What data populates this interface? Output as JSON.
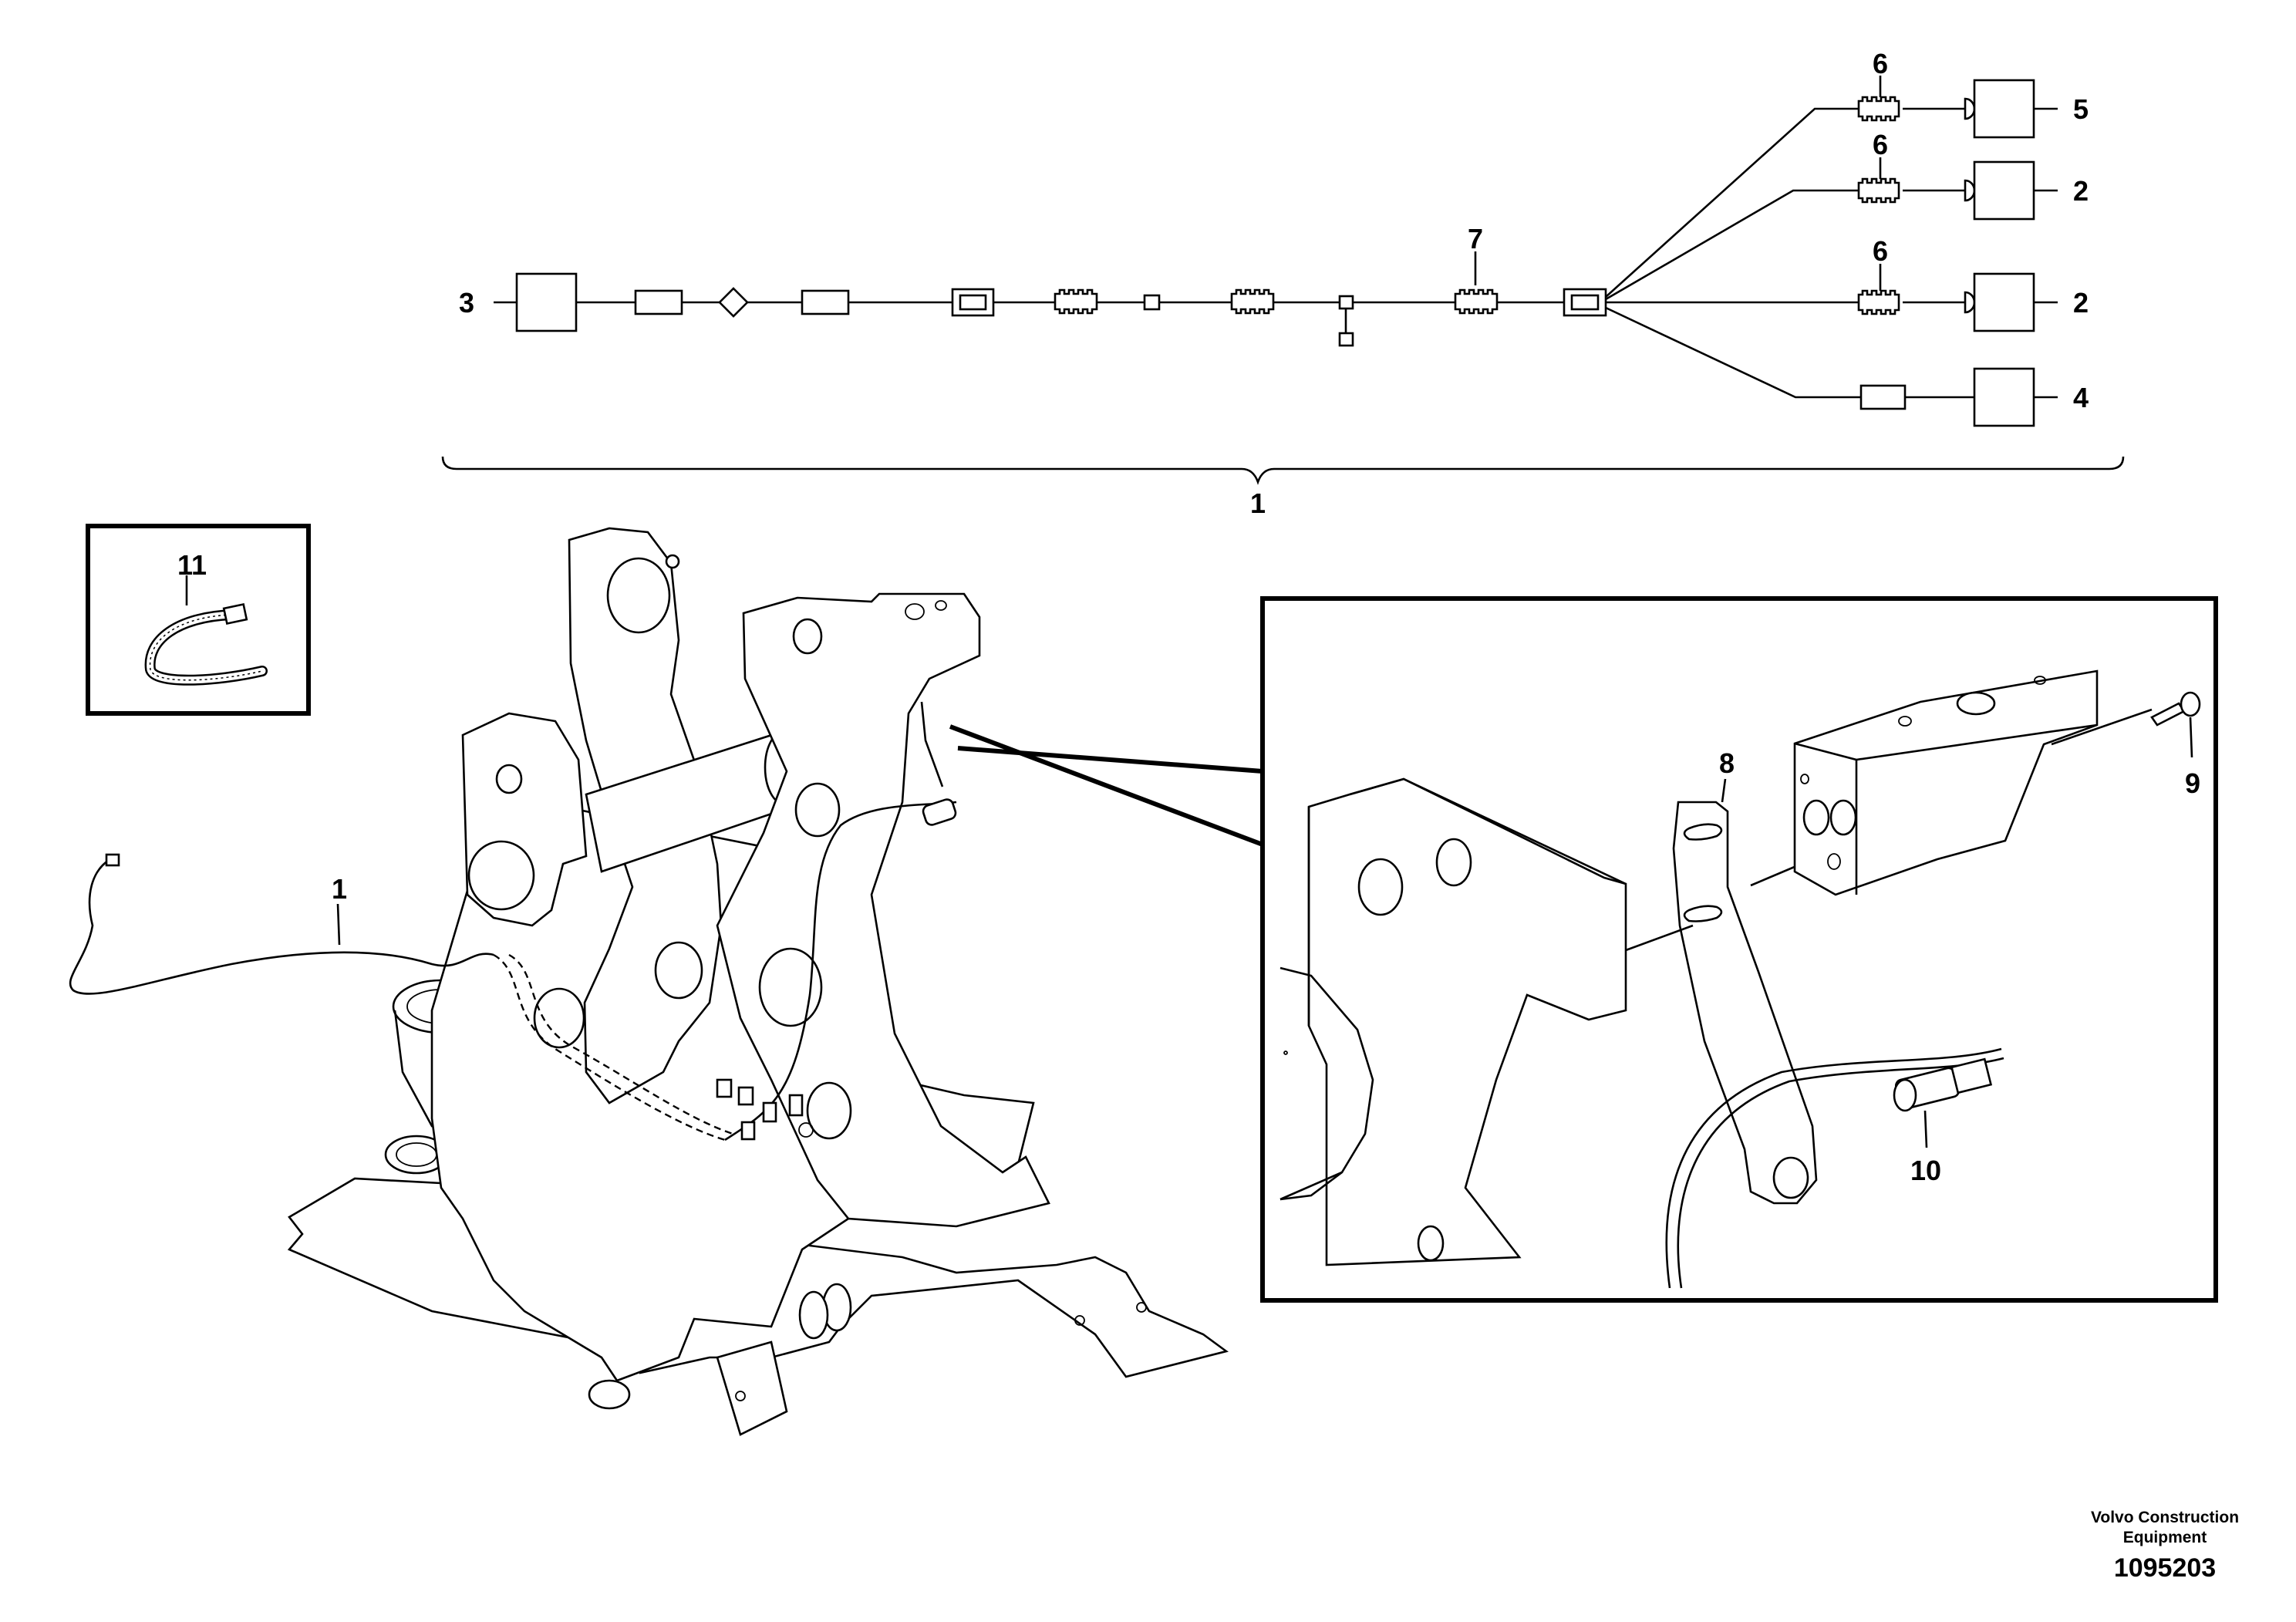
{
  "callouts": {
    "c1_top": "1",
    "c1_frame": "1",
    "c2_a": "2",
    "c2_b": "2",
    "c3": "3",
    "c4": "4",
    "c5": "5",
    "c6_a": "6",
    "c6_b": "6",
    "c6_c": "6",
    "c7": "7",
    "c8": "8",
    "c9": "9",
    "c10": "10",
    "c11": "11"
  },
  "footer": {
    "company_line1": "Volvo Construction",
    "company_line2": "Equipment",
    "drawing_number": "1095203"
  }
}
